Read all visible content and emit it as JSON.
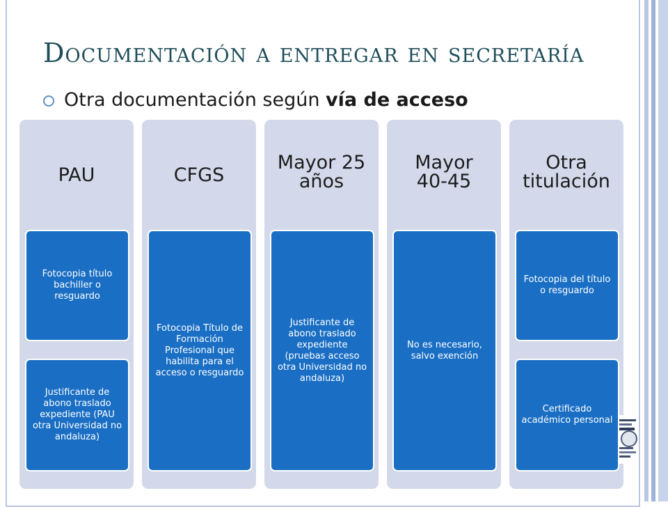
{
  "slide": {
    "title": "Documentación a entregar en secretaría",
    "bullet": {
      "text_plain": "Otra documentación según ",
      "text_bold": "vía de acceso"
    }
  },
  "columns": [
    {
      "header": "PAU",
      "boxes": [
        "Fotocopia título bachiller o resguardo",
        "Justificante de abono traslado expediente (PAU otra Universidad no andaluza)"
      ]
    },
    {
      "header": "CFGS",
      "boxes": [
        "Fotocopia Título de Formación Profesional que habilita para el acceso o resguardo"
      ]
    },
    {
      "header": "Mayor 25 años",
      "boxes": [
        "Justificante de abono traslado expediente (pruebas acceso otra Universidad no andaluza)"
      ]
    },
    {
      "header": "Mayor 40-45",
      "boxes": [
        "No es necesario, salvo exención"
      ]
    },
    {
      "header": "Otra titulación",
      "boxes": [
        "Fotocopia del título o resguardo",
        "Certificado académico personal"
      ]
    }
  ],
  "colors": {
    "column_bg": "#d3d9ea",
    "box_bg": "#1a6fc4",
    "title": "#1f4e5a",
    "bullet": "#5b8fc9"
  },
  "icons": {
    "bullet": "circle-bullet-icon",
    "logo": "institution-logo"
  }
}
